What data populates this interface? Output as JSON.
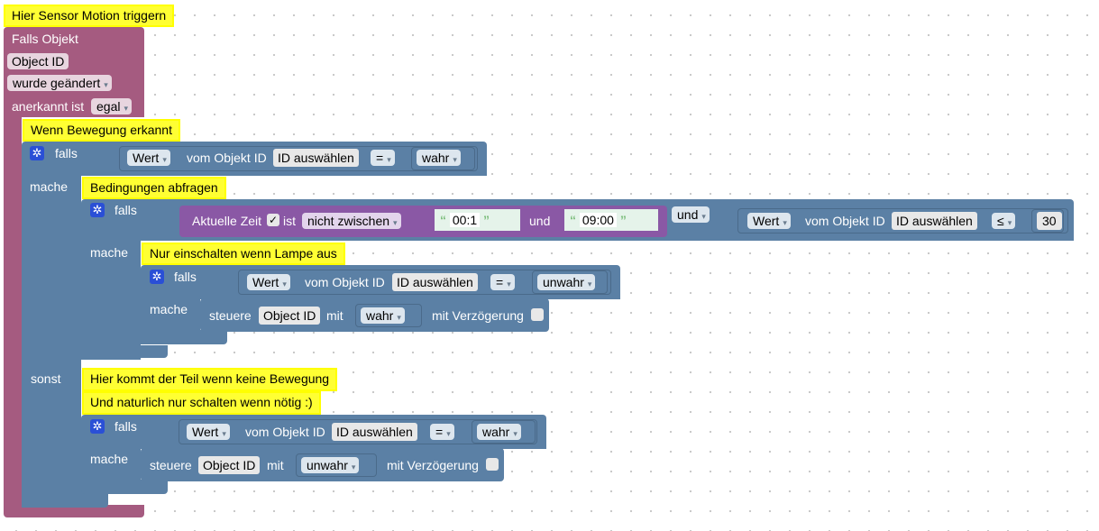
{
  "comments": {
    "motion": "Hier Sensor Motion triggern",
    "motion_detected": "Wenn Bewegung erkannt",
    "conditions": "Bedingungen abfragen",
    "only_on": "Nur einschalten wenn Lampe aus",
    "no_motion_1": "Hier kommt der Teil wenn keine Bewegung",
    "no_motion_2": "Und naturlich nur schalten wenn nötig :)"
  },
  "trigger": {
    "title": "Falls Objekt",
    "object_id": "Object ID",
    "changed": "wurde geändert",
    "ack_label": "anerkannt ist",
    "ack_value": "egal"
  },
  "labels": {
    "falls": "falls",
    "mache": "mache",
    "sonst": "sonst",
    "vom_objekt_id": "vom Objekt ID",
    "steuere": "steuere",
    "mit": "mit",
    "mit_verzoegerung": "mit Verzögerung",
    "und": "und",
    "aktuelle_zeit": "Aktuelle Zeit",
    "ist": "ist"
  },
  "values": {
    "wert": "Wert",
    "id_auswaehlen": "ID auswählen",
    "eq": "=",
    "leq": "≤",
    "wahr": "wahr",
    "unwahr": "unwahr",
    "nicht_zwischen": "nicht zwischen",
    "time_from": "00:1",
    "time_to": "09:00",
    "number": "30",
    "object_id": "Object ID",
    "und": "und",
    "check": "✓",
    "quote_open": "“",
    "quote_close": "”",
    "dd_arrow": "▾",
    "gear": "✲"
  },
  "colors": {
    "event": "#a55b80",
    "logic": "#5b80a5",
    "time": "#8a58a5",
    "comment": "#ffff33"
  }
}
